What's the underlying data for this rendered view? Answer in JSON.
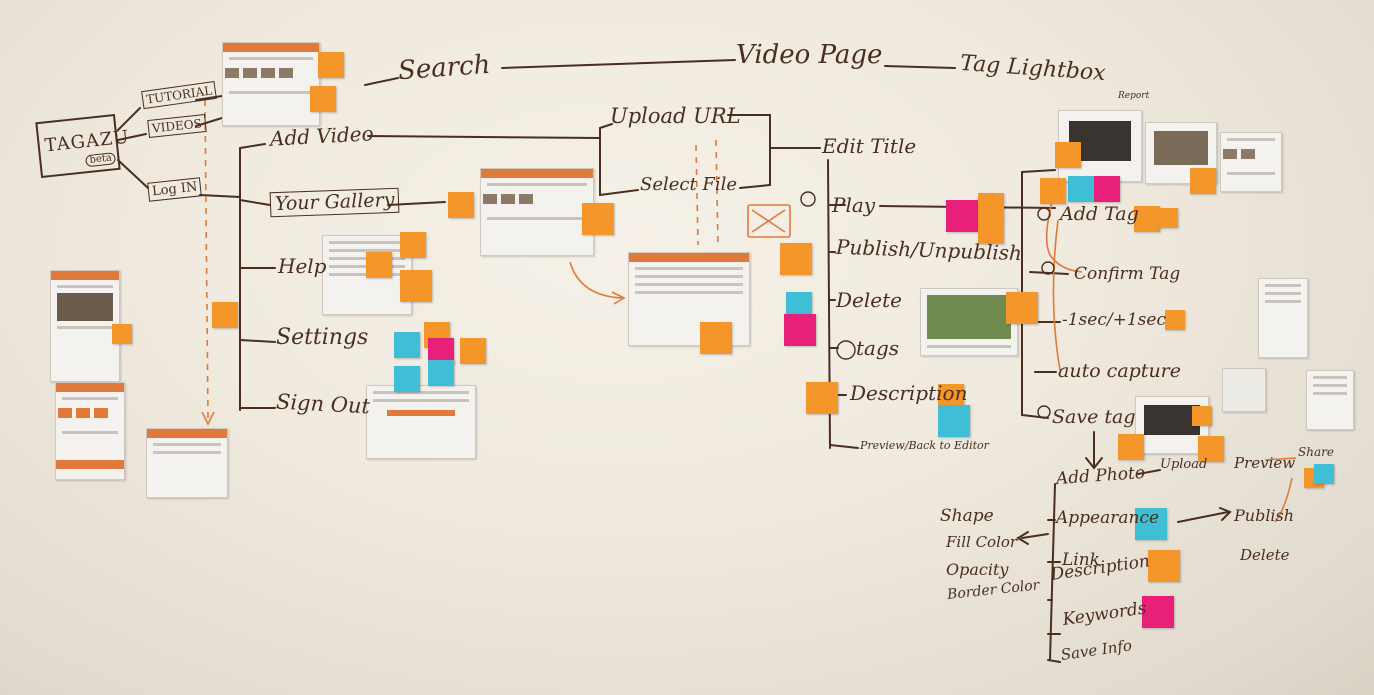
{
  "logo": {
    "name": "TAGAZU",
    "badge": "beta"
  },
  "nav": {
    "tutorial": "TUTORIAL",
    "videos": "VIDEOS",
    "login": "Log IN"
  },
  "main_row": {
    "search": "Search",
    "video_page": "Video Page",
    "tag_lightbox": "Tag Lightbox",
    "report": "Report"
  },
  "menu": {
    "add_video": "Add Video",
    "your_gallery": "Your Gallery",
    "help": "Help",
    "settings": "Settings",
    "sign_out": "Sign Out"
  },
  "upload": {
    "url": "Upload URL",
    "file": "Select File"
  },
  "video_actions": {
    "edit_title": "Edit Title",
    "play": "Play",
    "publish": "Publish/Unpublish",
    "delete": "Delete",
    "tags": "tags",
    "description": "Description",
    "preview": "Preview/Back to Editor"
  },
  "tagging": {
    "add_tag": "Add Tag",
    "confirm_tag": "Confirm Tag",
    "sec": "-1sec/+1sec",
    "auto_capture": "auto capture",
    "save_tag": "Save tag"
  },
  "tag_options": {
    "add_photo": "Add Photo",
    "upload": "Upload",
    "appearance": "Appearance",
    "link": "Link",
    "description": "Description",
    "keywords": "Keywords",
    "save_info": "Save Info"
  },
  "appearance_options": {
    "shape": "Shape",
    "fill_color": "Fill Color",
    "opacity": "Opacity",
    "border_color": "Border Color"
  },
  "publish_flow": {
    "preview": "Preview",
    "share": "Share",
    "publish": "Publish",
    "delete": "Delete"
  },
  "colors": {
    "marker": "#4a2e20",
    "orange_note": "#f4962a",
    "pink_note": "#e8207a",
    "blue_note": "#3fbfd6",
    "accent_arrow": "#e07a3a"
  }
}
